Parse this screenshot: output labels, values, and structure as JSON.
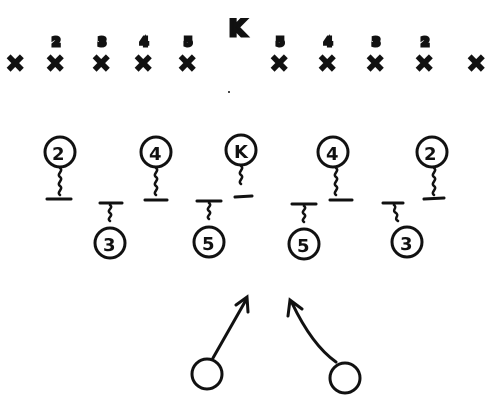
{
  "colors": {
    "ink": "#111111",
    "paper": "#ffffff"
  },
  "top_row": {
    "kicker_label": "K",
    "players": [
      {
        "mark": "×",
        "number": ""
      },
      {
        "mark": "×",
        "number": "2"
      },
      {
        "mark": "×",
        "number": "3"
      },
      {
        "mark": "×",
        "number": "4"
      },
      {
        "mark": "×",
        "number": "5"
      },
      {
        "mark": "×",
        "number": "5"
      },
      {
        "mark": "×",
        "number": "4"
      },
      {
        "mark": "×",
        "number": "3"
      },
      {
        "mark": "×",
        "number": "2"
      },
      {
        "mark": "×",
        "number": ""
      }
    ]
  },
  "front_line": [
    {
      "label": "2"
    },
    {
      "label": "4"
    },
    {
      "label": "K"
    },
    {
      "label": "4"
    },
    {
      "label": "2"
    }
  ],
  "second_line": [
    {
      "label": "3"
    },
    {
      "label": "5"
    },
    {
      "label": "5"
    },
    {
      "label": "3"
    }
  ],
  "returners": [
    {
      "label": ""
    },
    {
      "label": ""
    }
  ]
}
